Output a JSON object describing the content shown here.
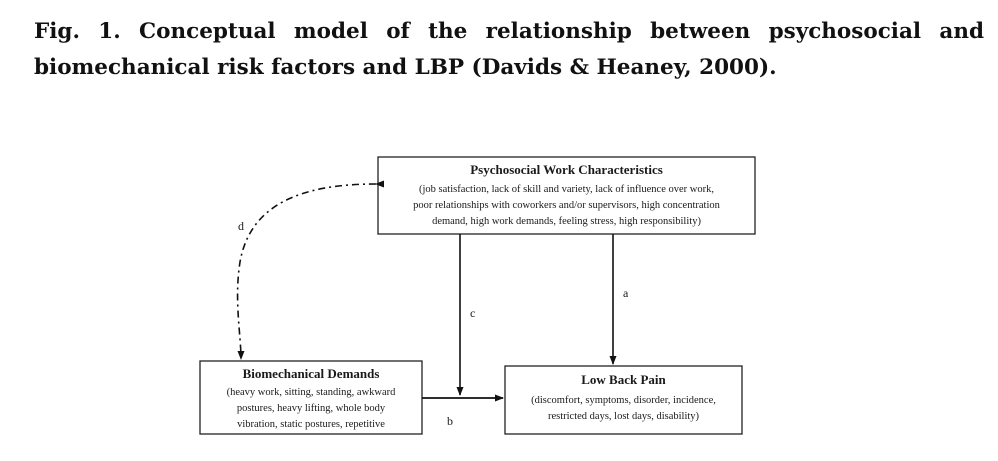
{
  "caption": {
    "line1_words": [
      "Fig.",
      "1.",
      "Conceptual",
      "model",
      "of",
      "the",
      "relationship",
      "between",
      "psychosocial",
      "and"
    ],
    "line2": "biomechanical risk factors and LBP (Davids & Heaney, 2000)."
  },
  "nodes": {
    "psychosocial": {
      "title": "Psychosocial Work Characteristics",
      "lines": [
        "(job satisfaction, lack of skill and variety, lack of influence over work,",
        "poor relationships with coworkers and/or supervisors, high concentration",
        "demand, high work demands, feeling stress, high responsibility)"
      ]
    },
    "biomechanical": {
      "title": "Biomechanical Demands",
      "lines": [
        "(heavy work, sitting, standing, awkward",
        "postures, heavy lifting, whole body",
        "vibration, static postures, repetitive"
      ]
    },
    "lbp": {
      "title": "Low Back Pain",
      "lines": [
        "(discomfort, symptoms, disorder, incidence,",
        "restricted days, lost days, disability)"
      ]
    }
  },
  "edges": {
    "a": "a",
    "b": "b",
    "c": "c",
    "d": "d"
  }
}
